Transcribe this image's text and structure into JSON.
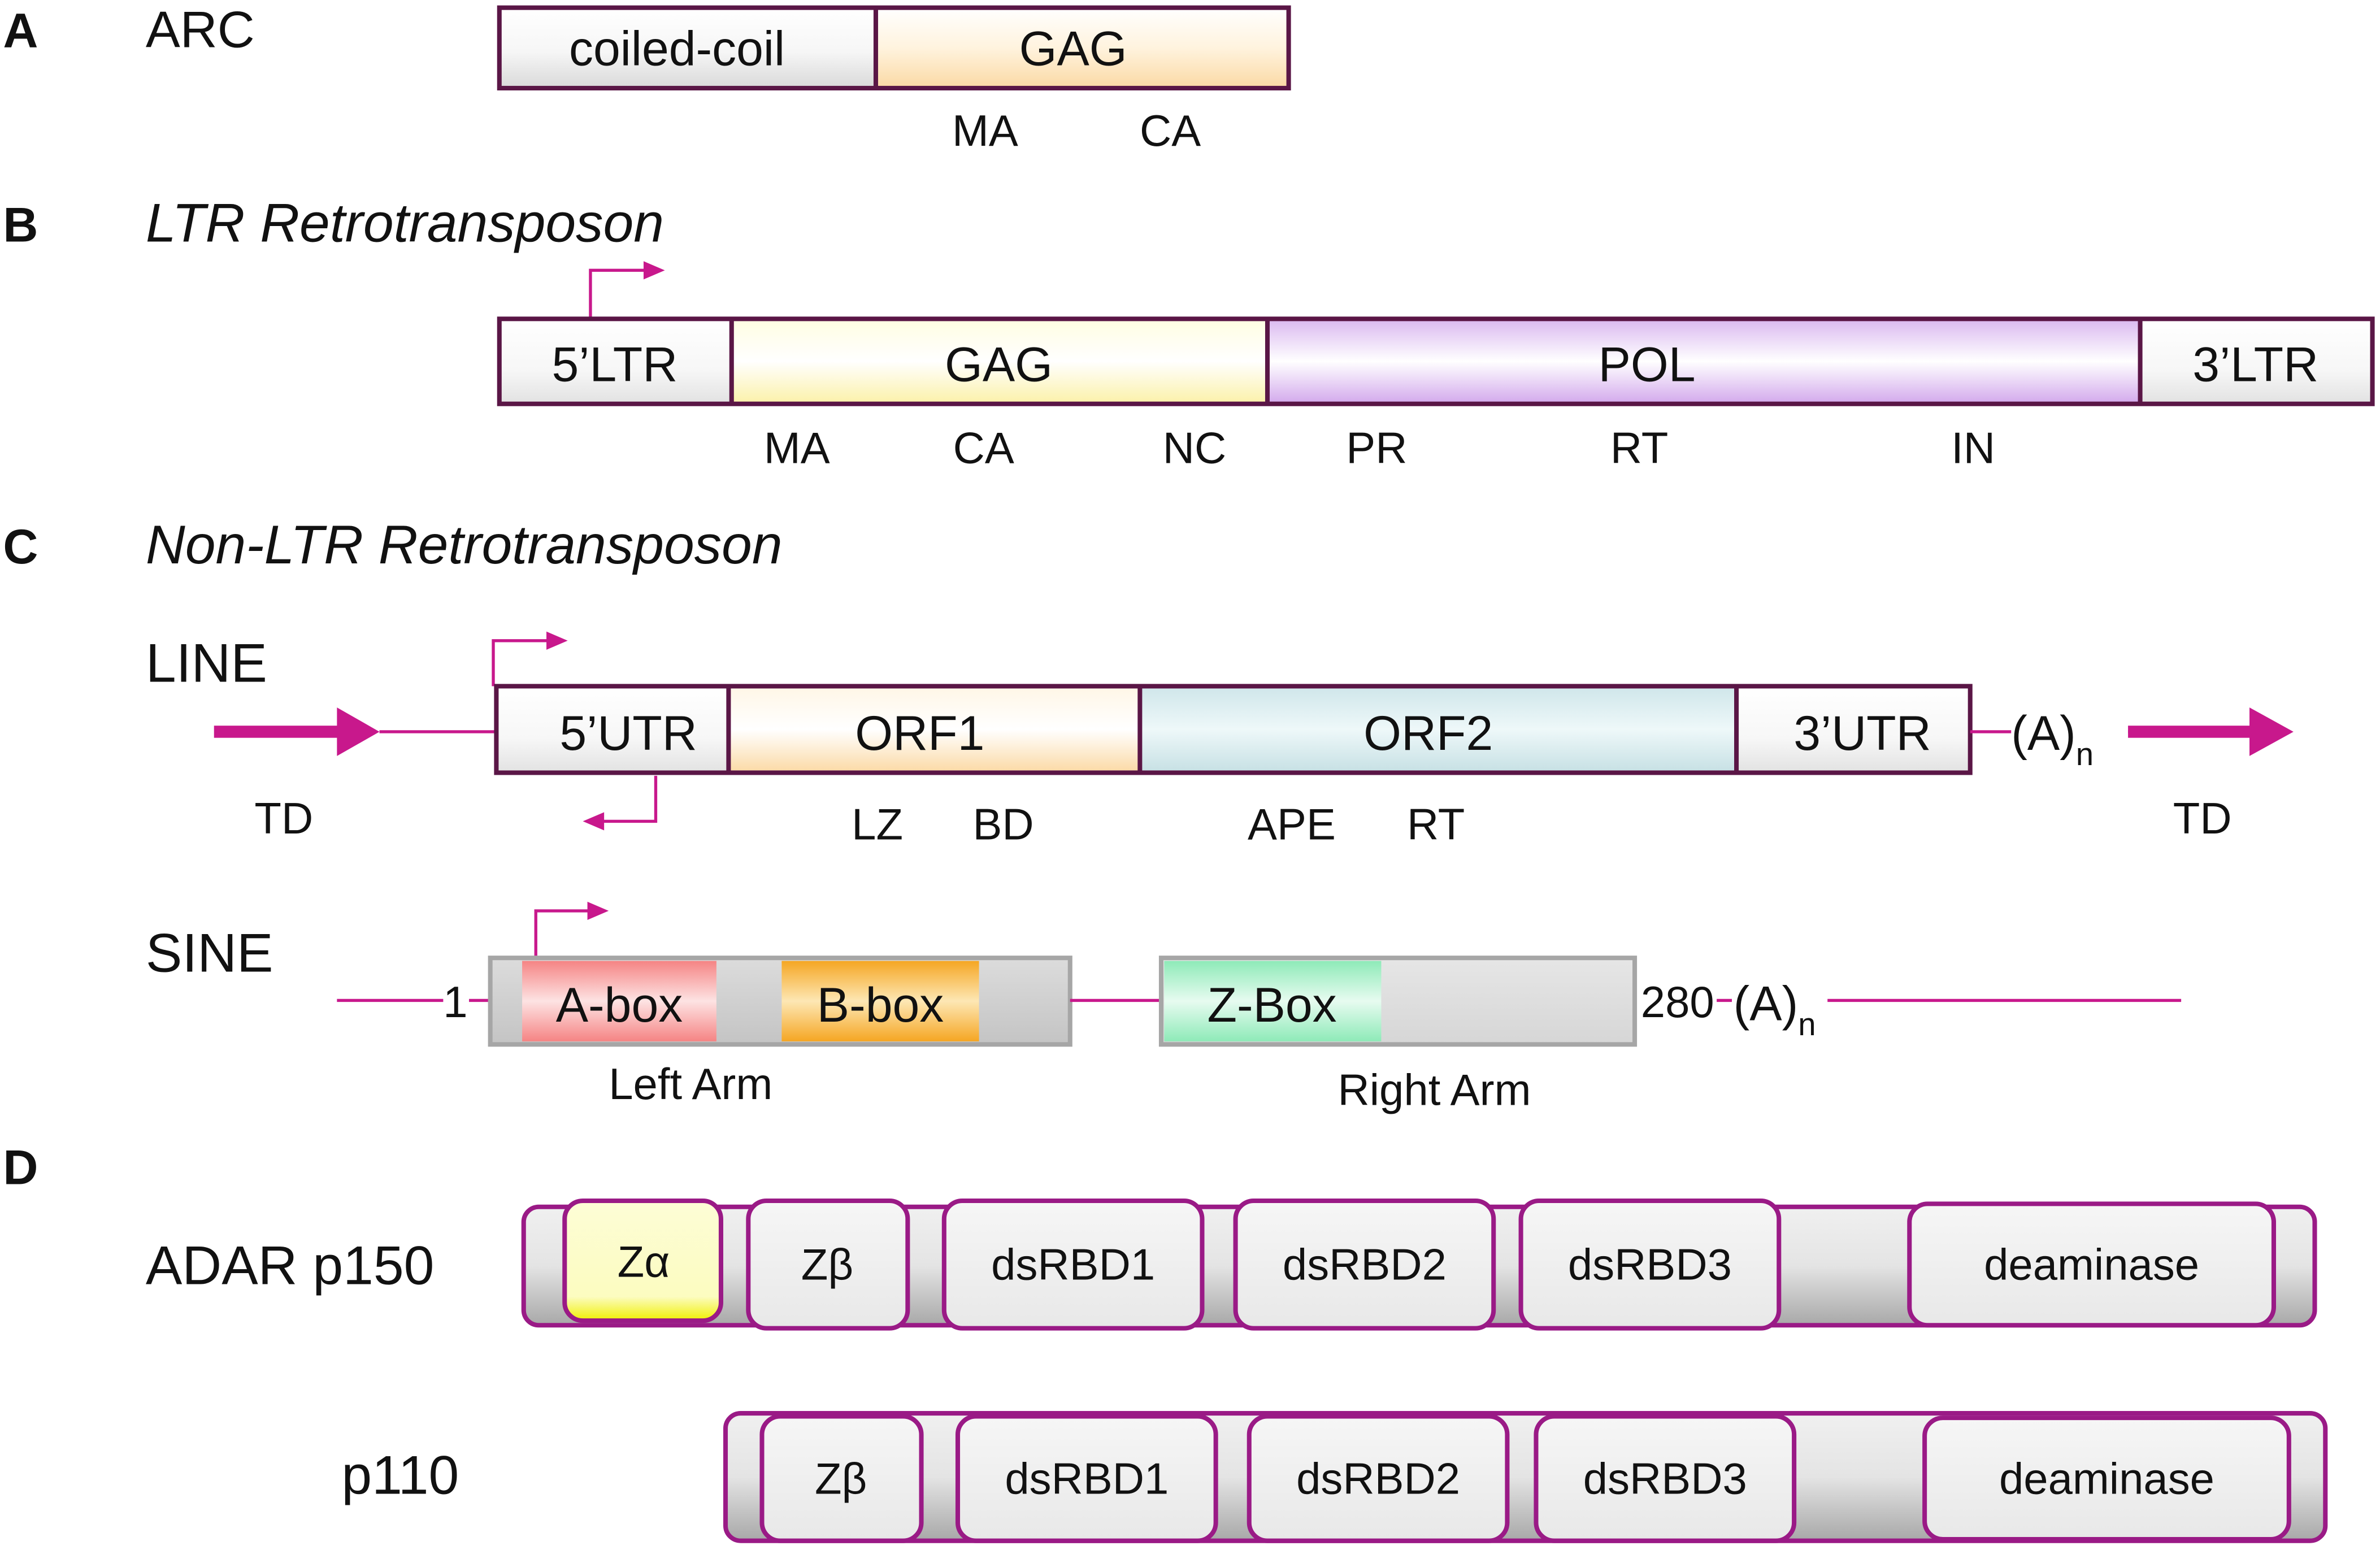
{
  "colors": {
    "outline": "#5a1646",
    "magenta": "#c8188c",
    "gray_outline": "#a6a6a6",
    "coiled_coil": "#e9e9e9",
    "gag_arc": "#fde2b6",
    "gag_ltr": "#fdf6c4",
    "pol": "#dcbcf0",
    "orf1": "#fde2b6",
    "orf2": "#d7ecef",
    "a_box": "#f79494",
    "b_box": "#f8b43a",
    "z_box": "#a8f0c8",
    "sine_body": "#c9c9c9",
    "adar_body": "#cfcfcf",
    "adar_domain": "#efefef",
    "z_alpha": "#fdfdc6"
  },
  "panels": {
    "a": {
      "letter": "A",
      "title": "ARC"
    },
    "b": {
      "letter": "B",
      "title": "LTR Retrotransposon"
    },
    "c": {
      "letter": "C",
      "title": "Non-LTR Retrotransposon"
    },
    "d": {
      "letter": "D"
    }
  },
  "arc": {
    "segments": [
      "coiled-coil",
      "GAG"
    ],
    "sublabels": [
      "MA",
      "CA"
    ]
  },
  "ltr": {
    "segments": [
      "5’LTR",
      "GAG",
      "POL",
      "3’LTR"
    ],
    "sublabels": [
      "MA",
      "CA",
      "NC",
      "PR",
      "RT",
      "IN"
    ]
  },
  "line": {
    "label": "LINE",
    "segments": [
      "5’UTR",
      "ORF1",
      "ORF2",
      "3’UTR"
    ],
    "sublabels": [
      "LZ",
      "BD",
      "APE",
      "RT"
    ],
    "tail_main": "(A)",
    "tail_sub": "n",
    "td_left": "TD",
    "td_right": "TD"
  },
  "sine": {
    "label": "SINE",
    "start": "1",
    "end": "280",
    "tail_main": "(A)",
    "tail_sub": "n",
    "boxes": [
      "A-box",
      "B-box",
      "Z-Box"
    ],
    "left_arm": "Left Arm",
    "right_arm": "Right Arm"
  },
  "adar": {
    "p150": {
      "label": "ADAR p150",
      "domains": [
        "Zα",
        "Zβ",
        "dsRBD1",
        "dsRBD2",
        "dsRBD3",
        "deaminase"
      ]
    },
    "p110": {
      "label": "p110",
      "domains": [
        "Zβ",
        "dsRBD1",
        "dsRBD2",
        "dsRBD3",
        "deaminase"
      ]
    }
  }
}
